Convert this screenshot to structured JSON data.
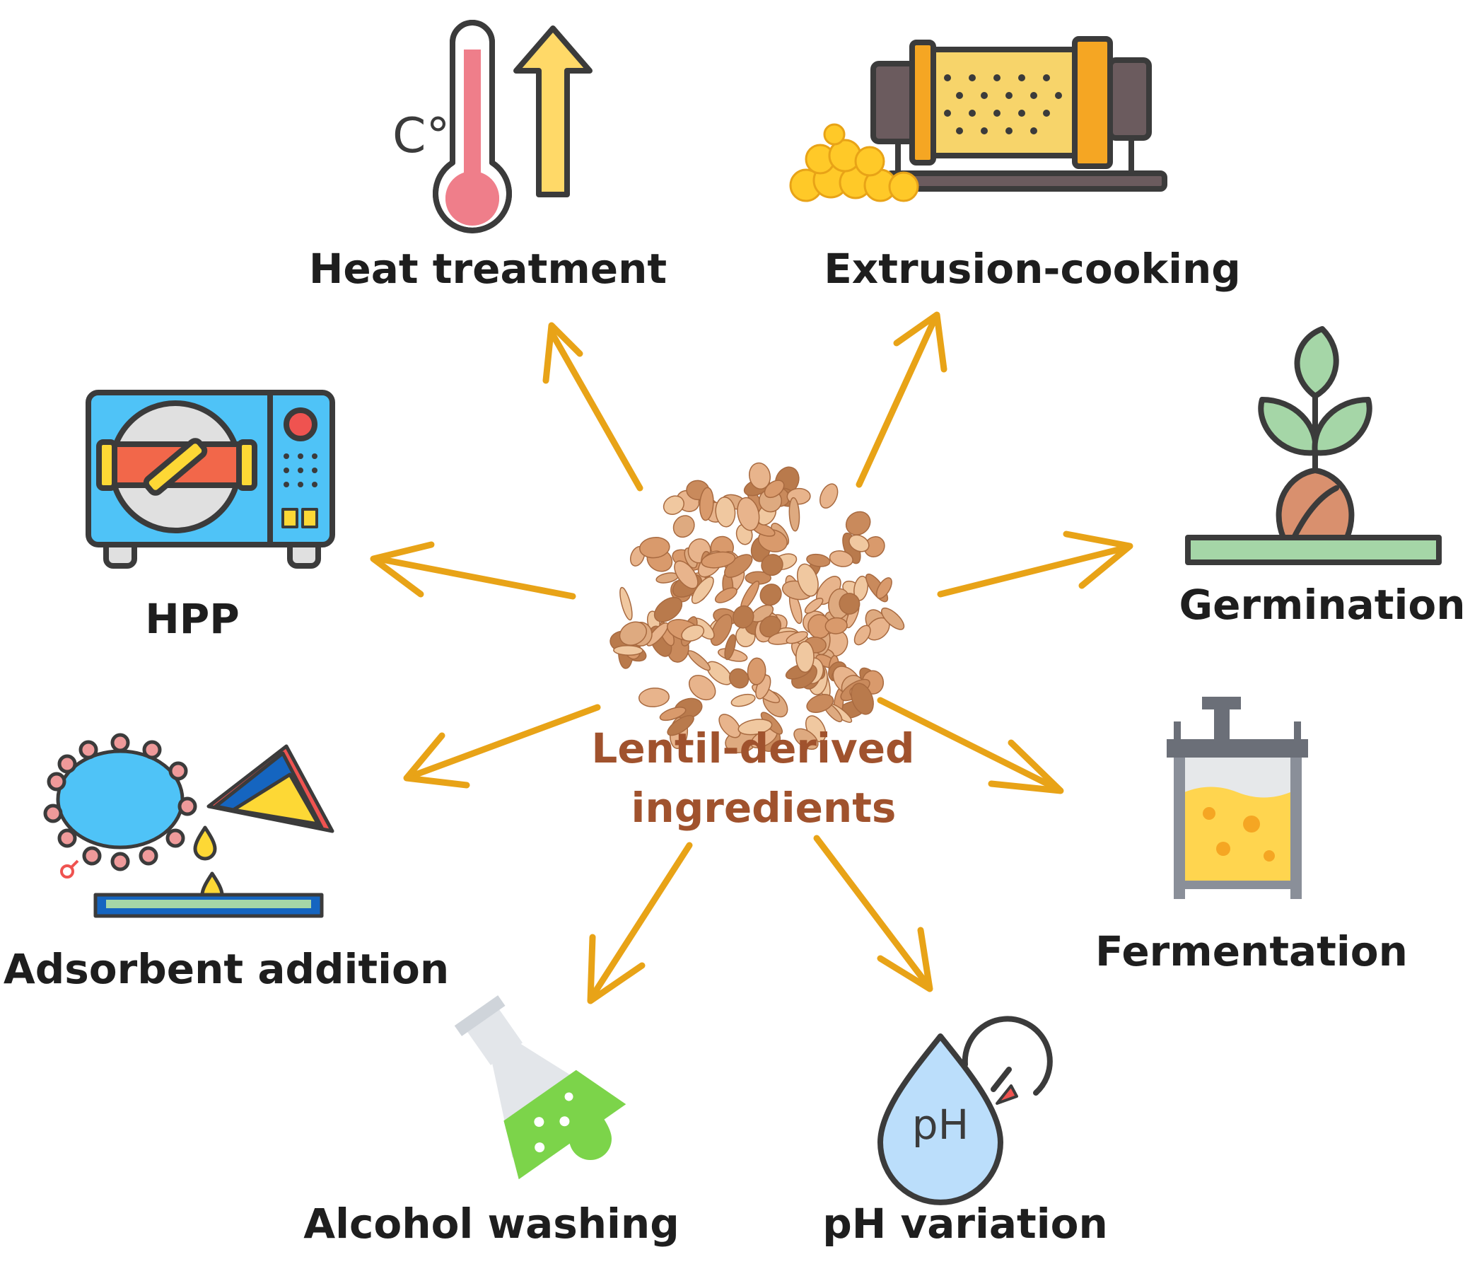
{
  "center": {
    "line1": "Lentil-derived",
    "line2": "ingredients"
  },
  "treatments": [
    {
      "id": "heat",
      "label": "Heat treatment",
      "icon": "thermometer-icon",
      "unit_text": "C°"
    },
    {
      "id": "extrusion",
      "label": "Extrusion-cooking",
      "icon": "extruder-icon"
    },
    {
      "id": "germination",
      "label": "Germination",
      "icon": "sprout-icon"
    },
    {
      "id": "fermentation",
      "label": "Fermentation",
      "icon": "fermenter-icon"
    },
    {
      "id": "ph",
      "label": "pH variation",
      "icon": "ph-drop-icon",
      "icon_text": "pH"
    },
    {
      "id": "alcohol",
      "label": "Alcohol washing",
      "icon": "flask-icon"
    },
    {
      "id": "adsorbent",
      "label": "Adsorbent addition",
      "icon": "adsorbent-icon"
    },
    {
      "id": "hpp",
      "label": "HPP",
      "icon": "pressure-chamber-icon"
    }
  ],
  "colors": {
    "arrow": "#e8a317",
    "center_text": "#a0522d",
    "label_text": "#1e1e1e",
    "outline": "#3b3b3b"
  }
}
